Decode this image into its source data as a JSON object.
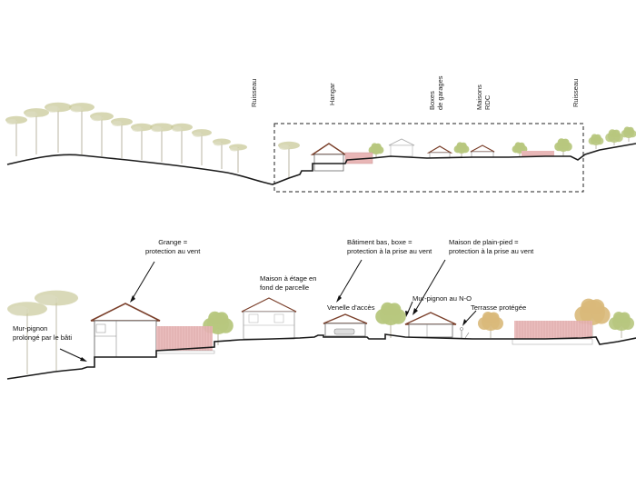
{
  "colors": {
    "ground": "#1a1a1a",
    "tree_canopy": "#c9c99a",
    "tree_canopy_faint": "#dcdcc0",
    "tree_green": "#b7c77e",
    "tree_orange": "#d9b97a",
    "roof": "#7a3f2a",
    "fence_pink": "#e8b6b6",
    "building_line": "#555555",
    "frame_dash": "#222222"
  },
  "top_section": {
    "labels": {
      "ruisseau_left": "Ruisseau",
      "hangar": "Hangar",
      "boxes_line1": "Boxes",
      "boxes_line2": "de garages",
      "maisons_line1": "Maisons",
      "maisons_line2": "RDC",
      "ruisseau_right": "Ruisseau"
    }
  },
  "bottom_section": {
    "annotations": {
      "grange": [
        "Grange =",
        "protection au vent"
      ],
      "mur_pignon_bati": [
        "Mur-pignon",
        "prolongé par le bâti"
      ],
      "maison_etage": [
        "Maison à étage en",
        "fond de parcelle"
      ],
      "venelle": [
        "Venelle d'accès"
      ],
      "batiment_bas": [
        "Bâtiment bas, boxe =",
        "protection à la prise au vent"
      ],
      "maison_plain_pied": [
        "Maison de plain-pied =",
        "protection à la prise au vent"
      ],
      "mur_pignon_no": [
        "Mur-pignon au N-O"
      ],
      "terrasse": [
        "Terrasse protégée"
      ]
    }
  }
}
